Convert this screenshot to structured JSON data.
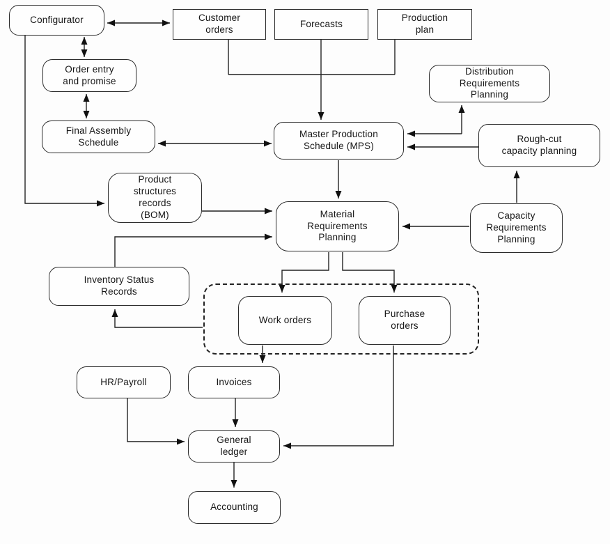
{
  "colors": {
    "ink": "#222222",
    "background": "#fdfdfd"
  },
  "nodes": {
    "configurator": {
      "label": "Configurator"
    },
    "customer_orders": {
      "label": "Customer\norders"
    },
    "forecasts": {
      "label": "Forecasts"
    },
    "production_plan": {
      "label": "Production\nplan"
    },
    "order_entry": {
      "label": "Order entry\nand promise"
    },
    "final_assembly": {
      "label": "Final Assembly\nSchedule"
    },
    "drp": {
      "label": "Distribution\nRequirements\nPlanning"
    },
    "mps": {
      "label": "Master Production\nSchedule (MPS)"
    },
    "rough_cut": {
      "label": "Rough-cut\ncapacity planning"
    },
    "bom": {
      "label": "Product\nstructures\nrecords\n(BOM)"
    },
    "mrp": {
      "label": "Material\nRequirements\nPlanning"
    },
    "crp": {
      "label": "Capacity\nRequirements\nPlanning"
    },
    "inventory": {
      "label": "Inventory Status\nRecords"
    },
    "work_orders": {
      "label": "Work orders"
    },
    "purchase_orders": {
      "label": "Purchase\norders"
    },
    "hr_payroll": {
      "label": "HR/Payroll"
    },
    "invoices": {
      "label": "Invoices"
    },
    "general_ledger": {
      "label": "General\nledger"
    },
    "accounting": {
      "label": "Accounting"
    }
  },
  "connections": [
    {
      "from": "configurator",
      "to": "customer_orders",
      "type": "double-arrow"
    },
    {
      "from": "configurator",
      "to": "order_entry",
      "type": "double-arrow"
    },
    {
      "from": "order_entry",
      "to": "final_assembly",
      "type": "double-arrow"
    },
    {
      "from": "final_assembly",
      "to": "mps",
      "type": "double-arrow"
    },
    {
      "from": "customer_orders",
      "to": "mps",
      "type": "arrow"
    },
    {
      "from": "forecasts",
      "to": "mps",
      "type": "arrow"
    },
    {
      "from": "production_plan",
      "to": "mps",
      "type": "arrow"
    },
    {
      "from": "mps",
      "to": "drp",
      "type": "double-arrow"
    },
    {
      "from": "rough_cut",
      "to": "mps",
      "type": "arrow"
    },
    {
      "from": "crp",
      "to": "rough_cut",
      "type": "arrow"
    },
    {
      "from": "mps",
      "to": "mrp",
      "type": "arrow"
    },
    {
      "from": "configurator",
      "to": "bom",
      "type": "arrow"
    },
    {
      "from": "bom",
      "to": "mrp",
      "type": "arrow"
    },
    {
      "from": "inventory",
      "to": "mrp",
      "type": "arrow"
    },
    {
      "from": "crp",
      "to": "mrp",
      "type": "arrow"
    },
    {
      "from": "mrp",
      "to": "work_orders",
      "type": "arrow"
    },
    {
      "from": "mrp",
      "to": "purchase_orders",
      "type": "arrow"
    },
    {
      "from": "orders_group",
      "to": "inventory",
      "type": "arrow"
    },
    {
      "from": "work_orders",
      "to": "invoices",
      "type": "arrow"
    },
    {
      "from": "purchase_orders",
      "to": "general_ledger",
      "type": "arrow"
    },
    {
      "from": "hr_payroll",
      "to": "general_ledger",
      "type": "arrow"
    },
    {
      "from": "invoices",
      "to": "general_ledger",
      "type": "arrow"
    },
    {
      "from": "general_ledger",
      "to": "accounting",
      "type": "arrow"
    }
  ]
}
